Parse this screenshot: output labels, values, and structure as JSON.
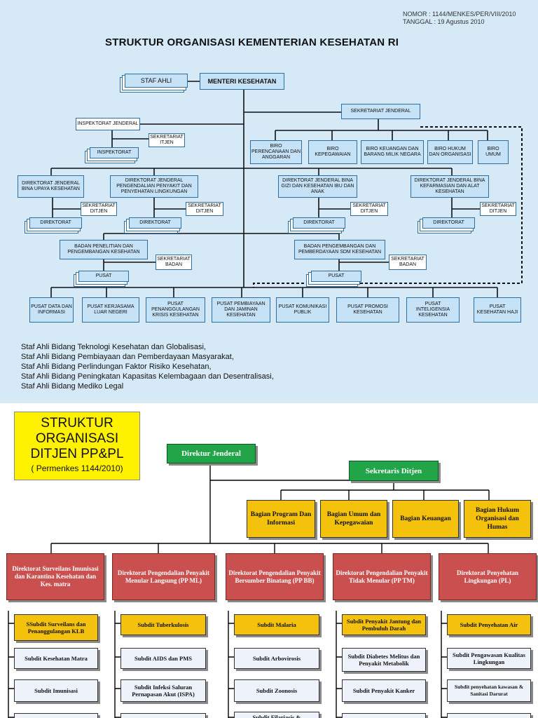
{
  "top": {
    "ref_nomor": "NOMOR : 1144/MENKES/PER/VIII/2010",
    "ref_tanggal": "TANGGAL : 19 Agustus 2010",
    "title": "STRUKTUR ORGANISASI KEMENTERIAN KESEHATAN RI",
    "staf_ahli": "STAF AHLI",
    "menteri": "MENTERI KESEHATAN",
    "sekjen": "SEKRETARIAT JENDERAL",
    "inspektorat_jenderal": "INSPEKTORAT JENDERAL",
    "sekretariat_itjen": "SEKRETARIAT ITJEN",
    "inspektorat": "INSPEKTORAT",
    "biro": [
      "BIRO PERENCANAAN DAN ANGGARAN",
      "BIRO KEPEGAWAIAN",
      "BIRO KEUANGAN DAN BARANG MILIK NEGARA",
      "BIRO HUKUM DAN ORGANISASI",
      "BIRO UMUM"
    ],
    "dirjen": [
      "DIREKTORAT JENDERAL BINA UPAYA KESEHATAN",
      "DIREKTORAT JENDERAL PENGENDALIAN PENYAKIT DAN PENYEHATAN LINGKUNGAN",
      "DIREKTORAT JENDERAL BINA GIZI DAN KESEHATAN IBU DAN ANAK",
      "DIREKTORAT JENDERAL BINA KEFARMASIAN DAN ALAT KESEHATAN"
    ],
    "sekretariat_ditjen": "SEKRETARIAT DITJEN",
    "direktorat": "DIREKTORAT",
    "badan": [
      "BADAN PENELITIAN DAN PENGEMBANGAN KESEHATAN",
      "BADAN PENGEMBANGAN DAN PEMBERDAYAAN SDM KESEHATAN"
    ],
    "sekretariat_badan": "SEKRETARIAT BADAN",
    "pusat": "PUSAT",
    "pusat_list": [
      "PUSAT DATA DAN INFORMASI",
      "PUSAT KERJASAMA LUAR NEGERI",
      "PUSAT PENANGGULANGAN KRISIS KESEHATAN",
      "PUSAT PEMBIAYAAN DAN JAMINAN KESEHATAN",
      "PUSAT KOMUNIKASI PUBLIK",
      "PUSAT PROMOSI KESEHATAN",
      "PUSAT INTELIGENSIA KESEHATAN",
      "PUSAT KESEHATAN HAJI"
    ],
    "staf_list": [
      "Staf Ahli Bidang Teknologi Kesehatan dan Globalisasi,",
      "Staf Ahli Bidang Pembiayaan dan Pemberdayaan Masyarakat,",
      "Staf Ahli Bidang Perlindungan Faktor Risiko Kesehatan,",
      "Staf Ahli Bidang Peningkatan Kapasitas Kelembagaan dan Desentralisasi,",
      "Staf Ahli Bidang Mediko Legal"
    ]
  },
  "bottom": {
    "title_lines": [
      "STRUKTUR",
      "ORGANISASI",
      "DITJEN PP&PL"
    ],
    "subtitle": "( Permenkes 1144/2010)",
    "dirjen": "Direktur Jenderal",
    "sesditjen": "Sekretaris Ditjen",
    "bagian": [
      "Bagian Program Dan Informasi",
      "Bagian Umum dan Kepegawaian",
      "Bagian Keuangan",
      "Bagian Hukum Organisasi dan Humas"
    ],
    "direktorat": [
      "Direktorat Surveilans Imunisasi dan Karantina Kesehatan dan Kes. matra",
      "Direktorat Pengendalian Penyakit Menular Langsung (PP ML)",
      "Direktorat Pengendalian Penyakit Bersumber Binatang (PP BB)",
      "Direktorat Pengendalian Penyakit Tidak Menular (PP TM)",
      "Direktorat Penyehatan Lingkungan (PL)"
    ],
    "subdit": [
      [
        "SSubdit Surveilans dan Penanggulangan KLB",
        "Subdit Kesehatan Matra",
        "Subdit Imunisasi"
      ],
      [
        "Subdit Tuberkulosis",
        "Subdit AIDS dan PMS",
        "Subdit Infeksi Saluran Pernapasan Akut (ISPA)"
      ],
      [
        "Subdit Malaria",
        "Subdit Arbovirosis",
        "Subdit Zoonosis",
        "Subdit Filariasis &"
      ],
      [
        "Subdit Penyakit Jantung dan Pembuluh Darah",
        "Subdit Diabetes Melitus dan Penyakit Metabolik",
        "Subdit Penyakit Kanker"
      ],
      [
        "Subdit Penyehatan Air",
        "Subdit Pengawasan Kualitas Lingkungan",
        "Subdit penyehatan kawasan & Sanitasi Darurat"
      ]
    ],
    "colors": {
      "green": "#22a449",
      "gold": "#f4c20d",
      "red": "#c9504e",
      "title_yellow": "#fff200"
    }
  }
}
